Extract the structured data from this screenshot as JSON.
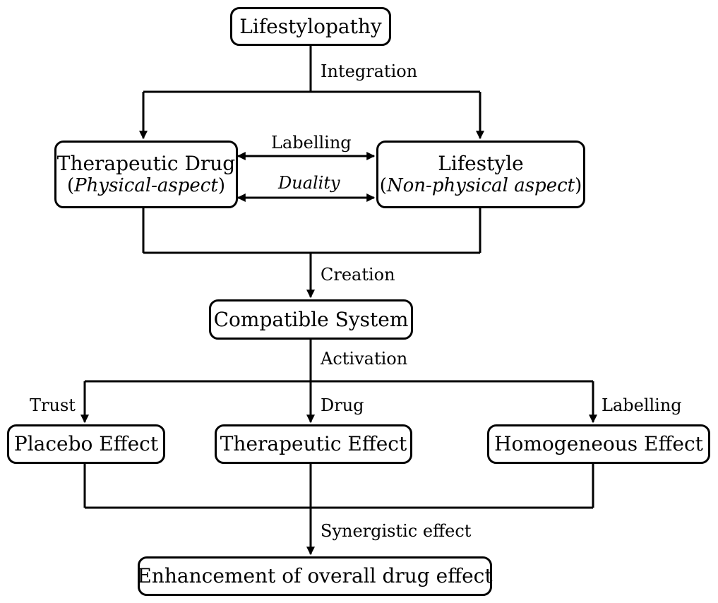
{
  "nodes": {
    "lifestylopathy": "Lifestylopathy",
    "therapeutic_drug": {
      "title": "Therapeutic Drug",
      "open": "(",
      "aspect": "Physical-aspect",
      "close": ")"
    },
    "lifestyle": {
      "title": "Lifestyle",
      "open": "(",
      "aspect": "Non-physical aspect",
      "close": ")"
    },
    "compatible_system": "Compatible System",
    "placebo_effect": "Placebo Effect",
    "therapeutic_effect": "Therapeutic Effect",
    "homogeneous_effect": "Homogeneous Effect",
    "enhancement": "Enhancement of overall drug effect"
  },
  "edge_labels": {
    "integration": "Integration",
    "labelling_top": "Labelling",
    "duality": "Duality",
    "creation": "Creation",
    "activation": "Activation",
    "trust": "Trust",
    "drug": "Drug",
    "labelling_right": "Labelling",
    "synergistic": "Synergistic effect"
  }
}
